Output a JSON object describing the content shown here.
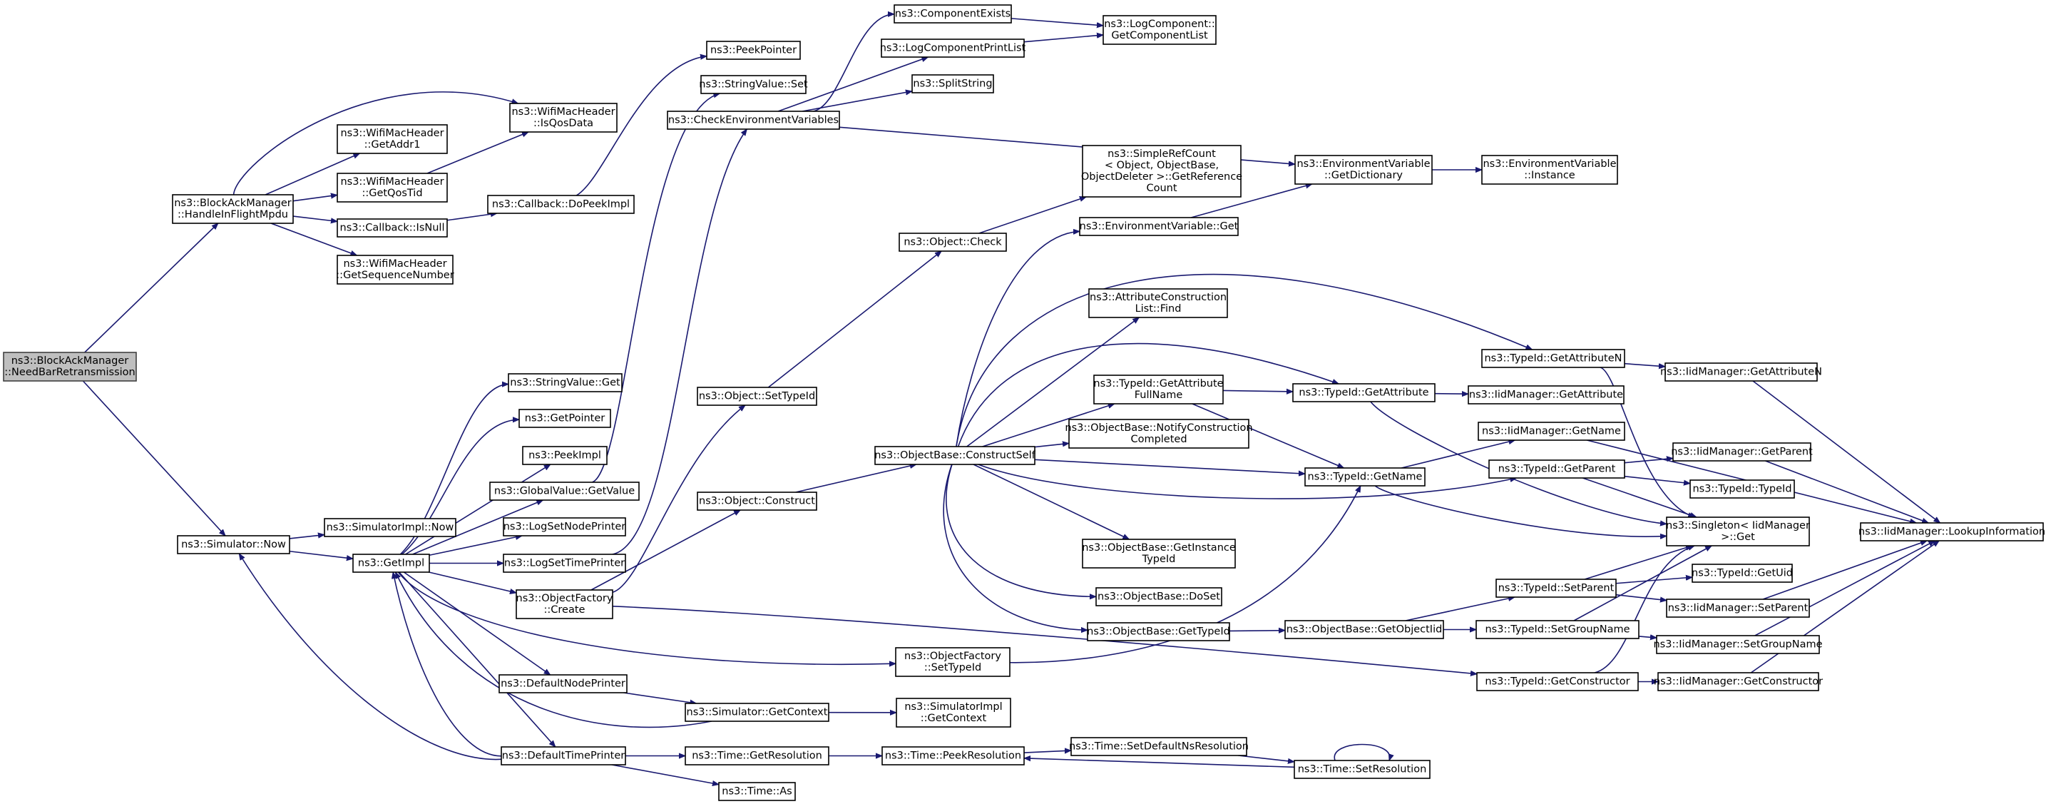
{
  "diagram": {
    "nodes": [
      {
        "id": "needbar",
        "lines": [
          "ns3::BlockAckManager",
          "::NeedBarRetransmission"
        ],
        "root": true
      },
      {
        "id": "handleinflight",
        "lines": [
          "ns3::BlockAckManager",
          "::HandleInFlightMpdu"
        ]
      },
      {
        "id": "getaddr1",
        "lines": [
          "ns3::WifiMacHeader",
          "::GetAddr1"
        ]
      },
      {
        "id": "isqosdata",
        "lines": [
          "ns3::WifiMacHeader",
          "::IsQosData"
        ]
      },
      {
        "id": "getqostid",
        "lines": [
          "ns3::WifiMacHeader",
          "::GetQosTid"
        ]
      },
      {
        "id": "isnull",
        "lines": [
          "ns3::Callback::IsNull"
        ]
      },
      {
        "id": "dopeekimpl",
        "lines": [
          "ns3::Callback::DoPeekImpl"
        ]
      },
      {
        "id": "getseqnum",
        "lines": [
          "ns3::WifiMacHeader",
          "::GetSequenceNumber"
        ]
      },
      {
        "id": "peekpointer",
        "lines": [
          "ns3::PeekPointer"
        ]
      },
      {
        "id": "strvalset",
        "lines": [
          "ns3::StringValue::Set"
        ]
      },
      {
        "id": "checkenv",
        "lines": [
          "ns3::CheckEnvironmentVariables"
        ]
      },
      {
        "id": "compexists",
        "lines": [
          "ns3::ComponentExists"
        ]
      },
      {
        "id": "logcompprint",
        "lines": [
          "ns3::LogComponentPrintList"
        ]
      },
      {
        "id": "splitstring",
        "lines": [
          "ns3::SplitString"
        ]
      },
      {
        "id": "getcomplist",
        "lines": [
          "ns3::LogComponent::",
          "GetComponentList"
        ]
      },
      {
        "id": "envgetdict",
        "lines": [
          "ns3::EnvironmentVariable",
          "::GetDictionary"
        ]
      },
      {
        "id": "envinstance",
        "lines": [
          "ns3::EnvironmentVariable",
          "::Instance"
        ]
      },
      {
        "id": "simplerefcount",
        "lines": [
          "ns3::SimpleRefCount",
          "< Object, ObjectBase,",
          "ObjectDeleter >::GetReference",
          "Count"
        ]
      },
      {
        "id": "objcheck",
        "lines": [
          "ns3::Object::Check"
        ]
      },
      {
        "id": "envget",
        "lines": [
          "ns3::EnvironmentVariable::Get"
        ]
      },
      {
        "id": "attrconstfind",
        "lines": [
          "ns3::AttributeConstruction",
          "List::Find"
        ]
      },
      {
        "id": "getattrfullname",
        "lines": [
          "ns3::TypeId::GetAttribute",
          "FullName"
        ]
      },
      {
        "id": "typeidgetattr",
        "lines": [
          "ns3::TypeId::GetAttribute"
        ]
      },
      {
        "id": "iidgetattr",
        "lines": [
          "ns3::IidManager::GetAttribute"
        ]
      },
      {
        "id": "typeidgetattrn",
        "lines": [
          "ns3::TypeId::GetAttributeN"
        ]
      },
      {
        "id": "iidgetattrn",
        "lines": [
          "ns3::IidManager::GetAttributeN"
        ]
      },
      {
        "id": "notifyconst",
        "lines": [
          "ns3::ObjectBase::NotifyConstruction",
          "Completed"
        ]
      },
      {
        "id": "objsettypeid",
        "lines": [
          "ns3::Object::SetTypeId"
        ]
      },
      {
        "id": "constructself",
        "lines": [
          "ns3::ObjectBase::ConstructSelf"
        ]
      },
      {
        "id": "iidgetname",
        "lines": [
          "ns3::IidManager::GetName"
        ]
      },
      {
        "id": "typeidgetname",
        "lines": [
          "ns3::TypeId::GetName"
        ]
      },
      {
        "id": "typeidgetparent",
        "lines": [
          "ns3::TypeId::GetParent"
        ]
      },
      {
        "id": "iidgetparent",
        "lines": [
          "ns3::IidManager::GetParent"
        ]
      },
      {
        "id": "typeidtypeid",
        "lines": [
          "ns3::TypeId::TypeId"
        ]
      },
      {
        "id": "singletonget",
        "lines": [
          "ns3::Singleton< IidManager",
          ">::Get"
        ]
      },
      {
        "id": "lookupinfo",
        "lines": [
          "ns3::IidManager::LookupInformation"
        ]
      },
      {
        "id": "strvalget",
        "lines": [
          "ns3::StringValue::Get"
        ]
      },
      {
        "id": "getpointer",
        "lines": [
          "ns3::GetPointer"
        ]
      },
      {
        "id": "peekimpl",
        "lines": [
          "ns3::PeekImpl"
        ]
      },
      {
        "id": "globalgetvalue",
        "lines": [
          "ns3::GlobalValue::GetValue"
        ]
      },
      {
        "id": "objconstruct",
        "lines": [
          "ns3::Object::Construct"
        ]
      },
      {
        "id": "logsetnode",
        "lines": [
          "ns3::LogSetNodePrinter"
        ]
      },
      {
        "id": "simimplnow",
        "lines": [
          "ns3::SimulatorImpl::Now"
        ]
      },
      {
        "id": "simnow",
        "lines": [
          "ns3::Simulator::Now"
        ]
      },
      {
        "id": "getimpl",
        "lines": [
          "ns3::GetImpl"
        ]
      },
      {
        "id": "logsettime",
        "lines": [
          "ns3::LogSetTimePrinter"
        ]
      },
      {
        "id": "objfactcreate",
        "lines": [
          "ns3::ObjectFactory",
          "::Create"
        ]
      },
      {
        "id": "getinsttypeid",
        "lines": [
          "ns3::ObjectBase::GetInstance",
          "TypeId"
        ]
      },
      {
        "id": "doset",
        "lines": [
          "ns3::ObjectBase::DoSet"
        ]
      },
      {
        "id": "typeidgetuid",
        "lines": [
          "ns3::TypeId::GetUid"
        ]
      },
      {
        "id": "typeidsetparent",
        "lines": [
          "ns3::TypeId::SetParent"
        ]
      },
      {
        "id": "iidsetparent",
        "lines": [
          "ns3::IidManager::SetParent"
        ]
      },
      {
        "id": "objbasegettypeid",
        "lines": [
          "ns3::ObjectBase::GetTypeId"
        ]
      },
      {
        "id": "objbasegetobjiid",
        "lines": [
          "ns3::ObjectBase::GetObjectIid"
        ]
      },
      {
        "id": "typeidsetgroup",
        "lines": [
          "ns3::TypeId::SetGroupName"
        ]
      },
      {
        "id": "iidsetgroup",
        "lines": [
          "ns3::IidManager::SetGroupName"
        ]
      },
      {
        "id": "objfactsettypeid",
        "lines": [
          "ns3::ObjectFactory",
          "::SetTypeId"
        ]
      },
      {
        "id": "defnodeprinter",
        "lines": [
          "ns3::DefaultNodePrinter"
        ]
      },
      {
        "id": "typeidgetctor",
        "lines": [
          "ns3::TypeId::GetConstructor"
        ]
      },
      {
        "id": "iidgetctor",
        "lines": [
          "ns3::IidManager::GetConstructor"
        ]
      },
      {
        "id": "simgetcontext",
        "lines": [
          "ns3::Simulator::GetContext"
        ]
      },
      {
        "id": "simimplgetcontext",
        "lines": [
          "ns3::SimulatorImpl",
          "::GetContext"
        ]
      },
      {
        "id": "setdefaultns",
        "lines": [
          "ns3::Time::SetDefaultNsResolution"
        ]
      },
      {
        "id": "deftimeprinter",
        "lines": [
          "ns3::DefaultTimePrinter"
        ]
      },
      {
        "id": "timegetres",
        "lines": [
          "ns3::Time::GetResolution"
        ]
      },
      {
        "id": "timepeekres",
        "lines": [
          "ns3::Time::PeekResolution"
        ]
      },
      {
        "id": "timesetres",
        "lines": [
          "ns3::Time::SetResolution"
        ]
      },
      {
        "id": "timeas",
        "lines": [
          "ns3::Time::As"
        ]
      }
    ]
  }
}
